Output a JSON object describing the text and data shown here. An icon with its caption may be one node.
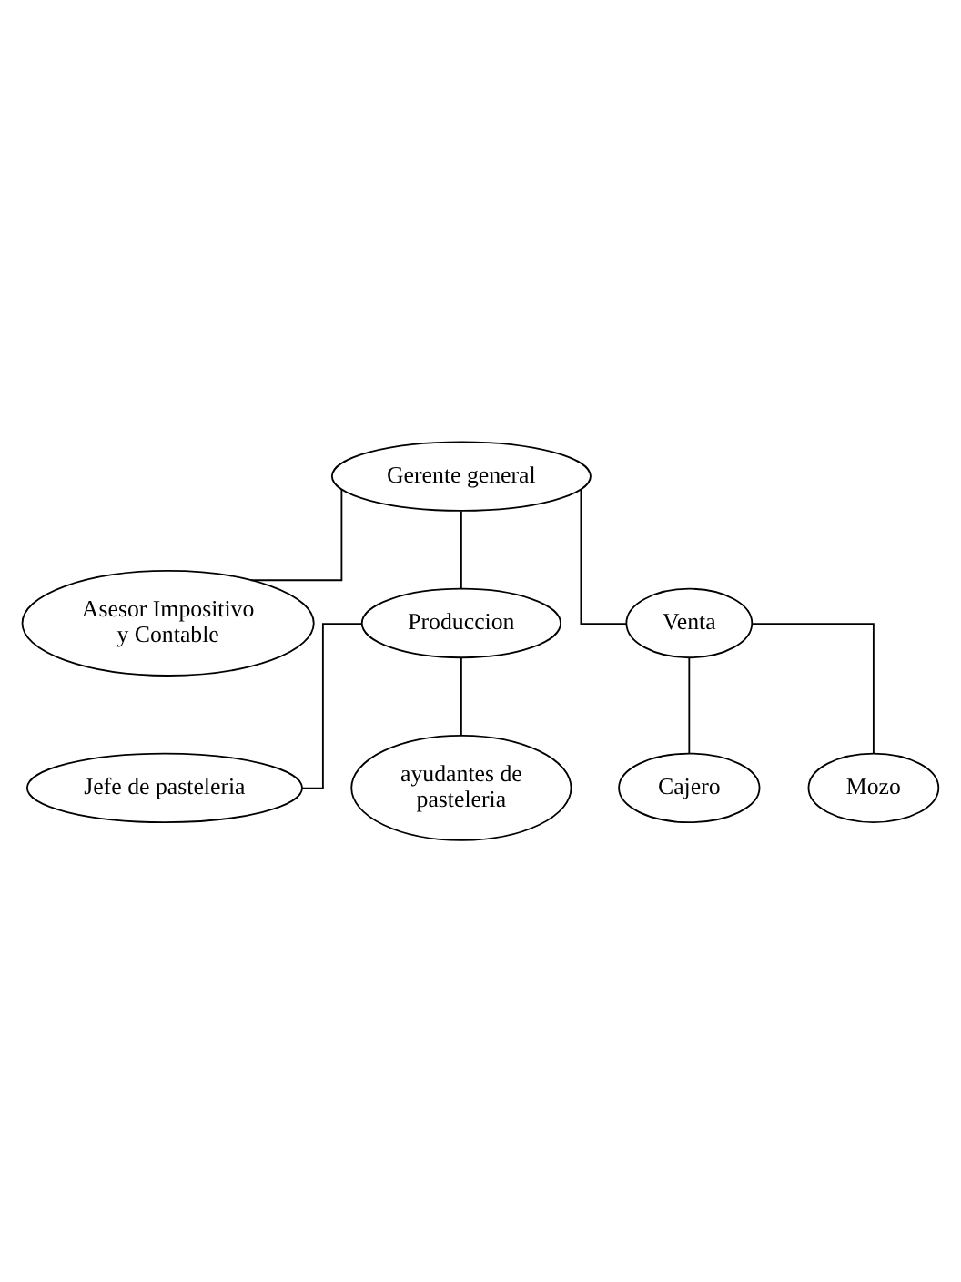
{
  "diagram": {
    "nodes": [
      {
        "text": [
          "Gerente general"
        ]
      },
      {
        "text": [
          "Asesor Impositivo y Contable"
        ]
      },
      {
        "text": [
          "Produccion"
        ]
      },
      {
        "text": [
          "Venta"
        ]
      },
      {
        "text": [
          "Jefe de pasteleria"
        ]
      },
      {
        "text": [
          "ayudantes de pasteleria"
        ]
      },
      {
        "text": [
          "Cajero"
        ]
      },
      {
        "text": [
          "Mozo"
        ]
      }
    ],
    "edges": [
      {
        "from": 0,
        "to": 1,
        "arrow": "none"
      },
      {
        "from": 0,
        "to": 2,
        "arrow": "none"
      },
      {
        "from": 0,
        "to": 3,
        "arrow": "none"
      },
      {
        "from": 2,
        "to": 4,
        "arrow": "none"
      },
      {
        "from": 2,
        "to": 5,
        "arrow": "none"
      },
      {
        "from": 3,
        "to": 6,
        "arrow": "none"
      },
      {
        "from": 3,
        "to": 7,
        "arrow": "none"
      }
    ]
  }
}
